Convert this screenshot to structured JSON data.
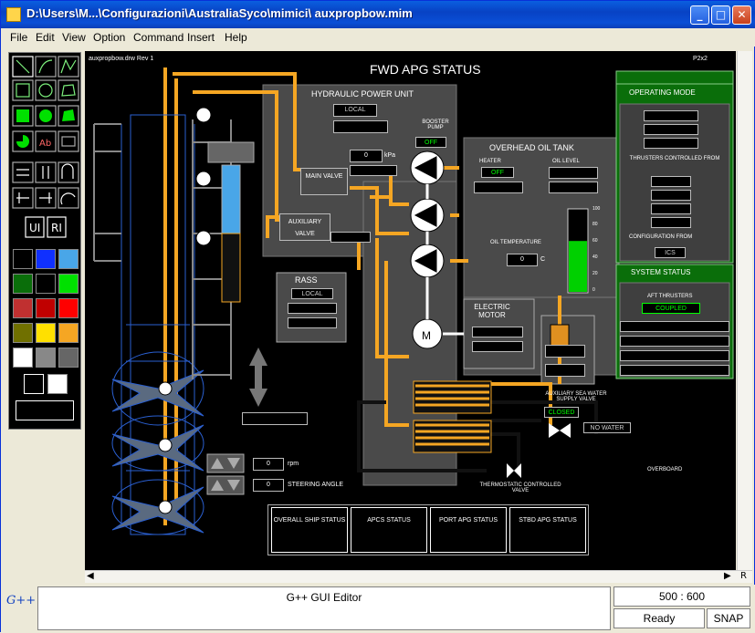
{
  "window": {
    "title": "D:\\Users\\M...\\Configurazioni\\AustraliaSyco\\mimici\\  auxpropbow.mim"
  },
  "menu": [
    "File",
    "Edit",
    "View",
    "Option",
    "Command",
    "Insert",
    "Help"
  ],
  "canvas": {
    "file_label": "auxpropbow.drw Rev 1",
    "page_code": "P2x2",
    "title": "FWD APG STATUS",
    "hpu": {
      "title": "HYDRAULIC POWER UNIT",
      "local_field": "LOCAL",
      "booster_label": "BOOSTER PUMP",
      "booster_field": "OFF",
      "pressure_value": "0",
      "pressure_unit": "kPa",
      "main_valve": "MAIN VALVE",
      "aux_valve": "AUXILIARY VALVE"
    },
    "oil_tank": {
      "title": "OVERHEAD OIL TANK",
      "heater_label": "HEATER",
      "heater_field": "OFF",
      "oil_level_label": "OIL LEVEL",
      "temp_label": "OIL TEMPERATURE",
      "temp_value": "0",
      "temp_unit": "C",
      "gauge_ticks": [
        "100",
        "80",
        "60",
        "40",
        "20",
        "0"
      ],
      "gauge_fill": 0.62
    },
    "electric_motor": {
      "title": "ELECTRIC MOTOR",
      "motor_symbol": "M"
    },
    "rass": {
      "title": "RASS",
      "local_field": "LOCAL"
    },
    "operating_mode": {
      "title": "OPERATING MODE",
      "thrusters_label": "THRUSTERS CONTROLLED FROM",
      "config_label": "CONFIGURATION FROM",
      "config_field": "ICS"
    },
    "system_status": {
      "title": "SYSTEM STATUS",
      "aft_thrusters_label": "AFT THRUSTERS",
      "aft_thrusters_value": "COUPLED"
    },
    "sea_valve": {
      "label": "AUXILIARY SEA WATER SUPPLY VALVE",
      "value": "CLOSED",
      "no_water": "NO WATER"
    },
    "thermostatic": "THERMOSTATIC CONTROLLED VALVE",
    "overboard": "OVERBOARD",
    "rpm": {
      "value": "0",
      "unit": "rpm"
    },
    "steering": {
      "value": "0",
      "label": "STEERING ANGLE"
    },
    "nav_buttons": [
      "OVERALL SHIP STATUS",
      "APCS STATUS",
      "PORT APG STATUS",
      "STBD APG STATUS"
    ],
    "colors": {
      "pipe": "#f5a623",
      "panel": "#4a4a4a",
      "green_panel": "#0a6e0a",
      "level_fill": "#00d000",
      "cyl_blue": "#49a6e8"
    }
  },
  "statusbar": {
    "logo": "G++",
    "app_name": "G++ GUI Editor",
    "coords": "500 : 600",
    "state": "Ready",
    "snap": "SNAP"
  },
  "scroll_r": "R"
}
